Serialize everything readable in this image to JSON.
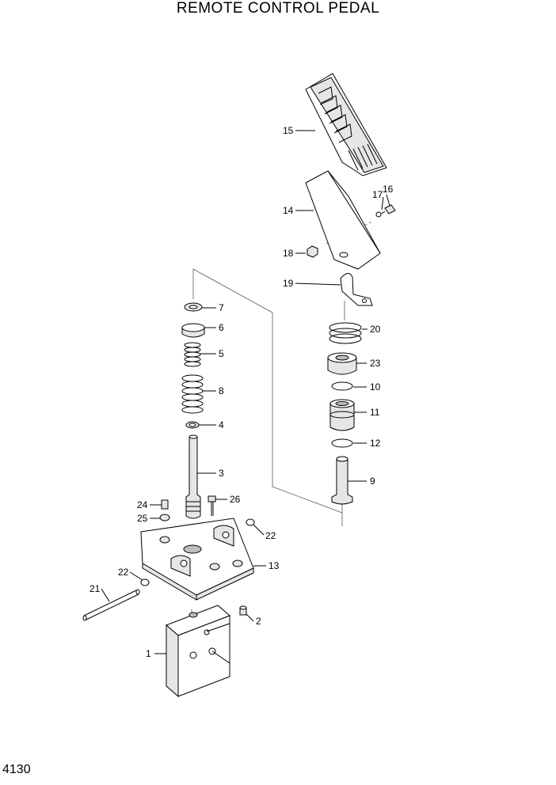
{
  "title": "REMOTE CONTROL PEDAL",
  "page_number": "4130",
  "parts": [
    {
      "id": "p1",
      "number": "1"
    },
    {
      "id": "p2",
      "number": "2"
    },
    {
      "id": "p3",
      "number": "3"
    },
    {
      "id": "p4",
      "number": "4"
    },
    {
      "id": "p5",
      "number": "5"
    },
    {
      "id": "p6",
      "number": "6"
    },
    {
      "id": "p7",
      "number": "7"
    },
    {
      "id": "p8",
      "number": "8"
    },
    {
      "id": "p9",
      "number": "9"
    },
    {
      "id": "p10",
      "number": "10"
    },
    {
      "id": "p11",
      "number": "11"
    },
    {
      "id": "p12",
      "number": "12"
    },
    {
      "id": "p13",
      "number": "13"
    },
    {
      "id": "p14",
      "number": "14"
    },
    {
      "id": "p15",
      "number": "15"
    },
    {
      "id": "p16",
      "number": "16"
    },
    {
      "id": "p17",
      "number": "17"
    },
    {
      "id": "p18",
      "number": "18"
    },
    {
      "id": "p19",
      "number": "19"
    },
    {
      "id": "p20",
      "number": "20"
    },
    {
      "id": "p21",
      "number": "21"
    },
    {
      "id": "p22a",
      "number": "22"
    },
    {
      "id": "p22b",
      "number": "22"
    },
    {
      "id": "p23",
      "number": "23"
    },
    {
      "id": "p24",
      "number": "24"
    },
    {
      "id": "p25",
      "number": "25"
    },
    {
      "id": "p26",
      "number": "26"
    }
  ]
}
